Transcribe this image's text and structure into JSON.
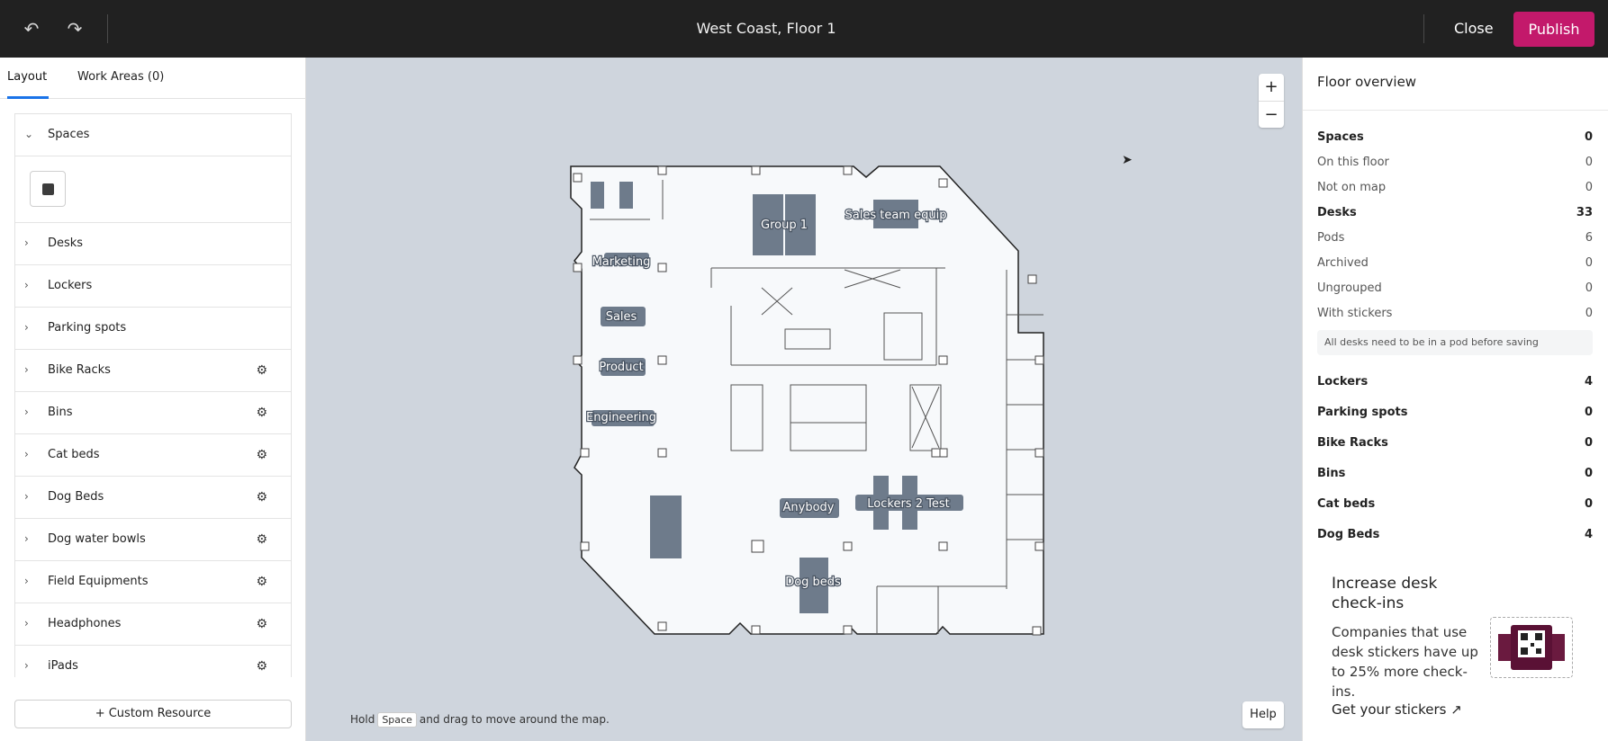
{
  "topbar": {
    "title": "West Coast, Floor 1",
    "close_label": "Close",
    "publish_label": "Publish",
    "undo_icon": "undo-icon",
    "redo_icon": "redo-icon"
  },
  "left_panel": {
    "tabs": [
      {
        "label": "Layout"
      },
      {
        "label": "Work Areas (0)"
      }
    ],
    "spaces_label": "Spaces",
    "items": [
      {
        "label": "Desks",
        "gear": false
      },
      {
        "label": "Lockers",
        "gear": false
      },
      {
        "label": "Parking spots",
        "gear": false
      },
      {
        "label": "Bike Racks",
        "gear": true
      },
      {
        "label": "Bins",
        "gear": true
      },
      {
        "label": "Cat beds",
        "gear": true
      },
      {
        "label": "Dog Beds",
        "gear": true
      },
      {
        "label": "Dog water bowls",
        "gear": true
      },
      {
        "label": "Field Equipments",
        "gear": true
      },
      {
        "label": "Headphones",
        "gear": true
      },
      {
        "label": "iPads",
        "gear": true
      }
    ],
    "custom_resource_label": "+ Custom Resource"
  },
  "map": {
    "labels": {
      "group1": "Group 1",
      "sales_team": "Sales team equip",
      "marketing": "Marketing",
      "sales": "Sales",
      "product": "Product",
      "engineering": "Engineering",
      "anybody": "Anybody",
      "lockers": "Lockers 2 Test",
      "dog_beds": "Dog beds"
    },
    "hint_prefix": "Hold",
    "hint_key": "Space",
    "hint_suffix": "and drag to move around the map.",
    "help_label": "Help",
    "zoom_in": "+",
    "zoom_out": "−"
  },
  "overview": {
    "title": "Floor overview",
    "rows": [
      {
        "label": "Spaces",
        "value": "0",
        "bold": true
      },
      {
        "label": "On this floor",
        "value": "0",
        "bold": false
      },
      {
        "label": "Not on map",
        "value": "0",
        "bold": false
      },
      {
        "label": "Desks",
        "value": "33",
        "bold": true
      },
      {
        "label": "Pods",
        "value": "6",
        "bold": false
      },
      {
        "label": "Archived",
        "value": "0",
        "bold": false
      },
      {
        "label": "Ungrouped",
        "value": "0",
        "bold": false
      },
      {
        "label": "With stickers",
        "value": "0",
        "bold": false
      }
    ],
    "note": "All desks need to be in a pod before saving",
    "rows2": [
      {
        "label": "Lockers",
        "value": "4"
      },
      {
        "label": "Parking spots",
        "value": "0"
      },
      {
        "label": "Bike Racks",
        "value": "0"
      },
      {
        "label": "Bins",
        "value": "0"
      },
      {
        "label": "Cat beds",
        "value": "0"
      },
      {
        "label": "Dog Beds",
        "value": "4"
      }
    ]
  },
  "promo": {
    "heading": "Increase desk check-ins",
    "text": "Companies that use desk stickers have up to 25% more check-ins.",
    "link": "Get your stickers"
  }
}
